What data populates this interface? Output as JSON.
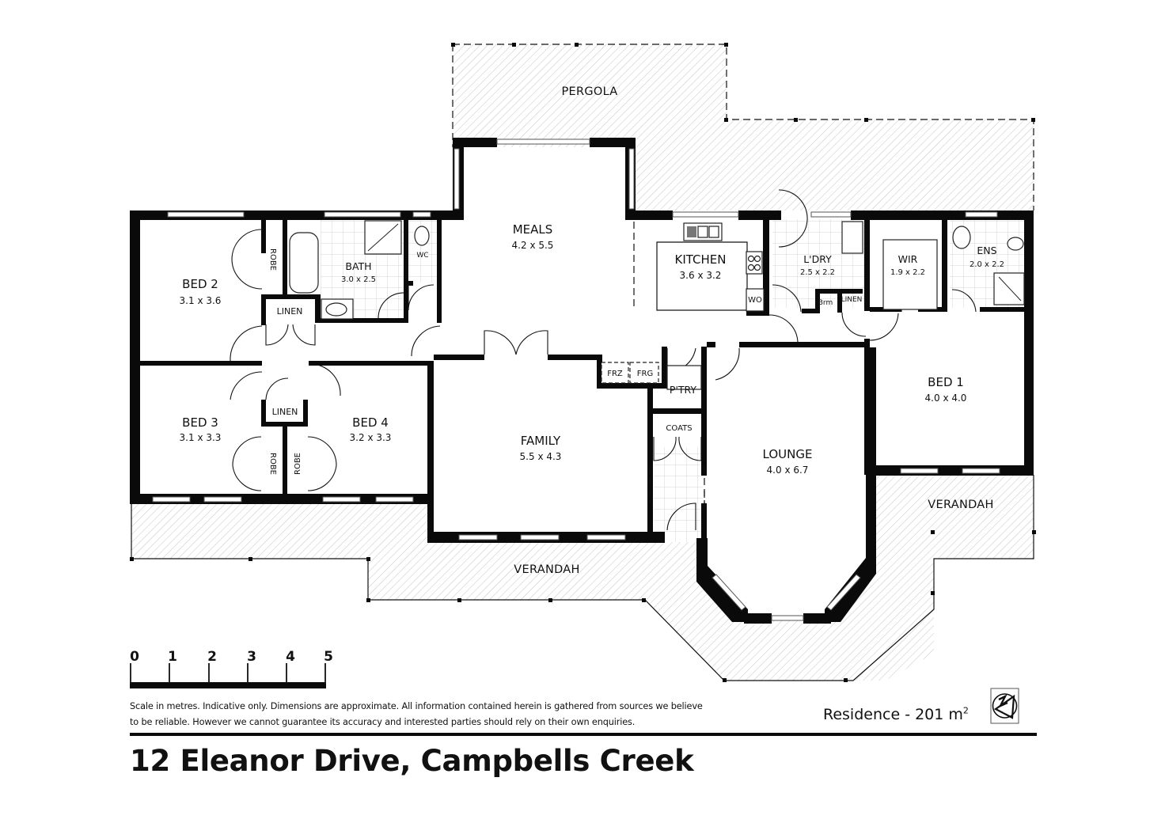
{
  "property": {
    "title": "12 Eleanor Drive, Campbells Creek",
    "area_label": "Residence",
    "area_value": " - 201 m",
    "area_unit_sup": "2"
  },
  "disclaimer": {
    "line1": "Scale in metres. Indicative only. Dimensions are approximate.  All information contained herein is gathered from sources we believe",
    "line2": "to be reliable. However we cannot guarantee its accuracy and interested parties should rely on their own enquiries."
  },
  "scale_bar": {
    "unit": "metres",
    "ticks": [
      "0",
      "1",
      "2",
      "3",
      "4",
      "5"
    ]
  },
  "rooms": {
    "bed2": {
      "name": "BED 2",
      "dims": "3.1 x 3.6"
    },
    "bath": {
      "name": "BATH",
      "dims": "3.0 x 2.5"
    },
    "meals": {
      "name": "MEALS",
      "dims": "4.2 x 5.5"
    },
    "kitchen": {
      "name": "KITCHEN",
      "dims": "3.6 x 3.2"
    },
    "laundry": {
      "name": "L'DRY",
      "dims": "2.5 x 2.2"
    },
    "wir": {
      "name": "WIR",
      "dims": "1.9 x 2.2"
    },
    "ensuite": {
      "name": "ENS",
      "dims": "2.0 x 2.2"
    },
    "bed1": {
      "name": "BED 1",
      "dims": "4.0 x 4.0"
    },
    "bed3": {
      "name": "BED 3",
      "dims": "3.1 x 3.3"
    },
    "bed4": {
      "name": "BED 4",
      "dims": "3.2 x 3.3"
    },
    "family": {
      "name": "FAMILY",
      "dims": "5.5 x 4.3"
    },
    "lounge": {
      "name": "LOUNGE",
      "dims": "4.0 x 6.7"
    }
  },
  "small_labels": {
    "robe": "ROBE",
    "linen": "LINEN",
    "wc": "WC",
    "wo": "WO",
    "broom": "Brm",
    "frz": "FRZ",
    "frg": "FRG",
    "pantry": "P'TRY",
    "coats": "COATS"
  },
  "outdoor": {
    "pergola": "PERGOLA",
    "verandah": "VERANDAH"
  },
  "icons": {
    "north_arrow": "north-arrow-logo"
  }
}
